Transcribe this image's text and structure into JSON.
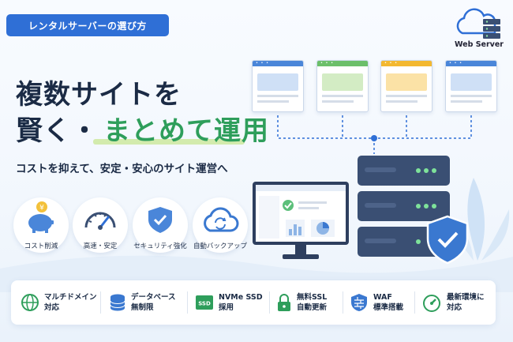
{
  "tag": "レンタルサーバーの選び方",
  "logo": {
    "label": "Web Server"
  },
  "headline": {
    "line1": "複数サイトを",
    "line2a": "賢く・",
    "line2b": "まとめて運用"
  },
  "subheadline": "コストを抑えて、安定・安心のサイト運営へ",
  "features": [
    {
      "label": "コスト削減",
      "icon": "piggy-bank-icon"
    },
    {
      "label": "高速・安定",
      "icon": "speedometer-icon"
    },
    {
      "label": "セキュリティ強化",
      "icon": "shield-check-icon"
    },
    {
      "label": "自動バックアップ",
      "icon": "cloud-sync-icon"
    }
  ],
  "site_cards": [
    {
      "icon": "website-card-icon",
      "accent": "#4a86d9"
    },
    {
      "icon": "website-card-icon",
      "accent": "#6cbf6a"
    },
    {
      "icon": "website-card-icon",
      "accent": "#f3b830"
    },
    {
      "icon": "website-card-icon",
      "accent": "#4a86d9"
    }
  ],
  "bottom_features": [
    {
      "line1": "マルチドメイン",
      "line2": "対応",
      "icon": "globe-icon"
    },
    {
      "line1": "データベース",
      "line2": "無制限",
      "icon": "database-icon"
    },
    {
      "line1": "NVMe SSD",
      "line2": "採用",
      "icon": "ssd-icon"
    },
    {
      "line1": "無料SSL",
      "line2": "自動更新",
      "icon": "lock-icon"
    },
    {
      "line1": "WAF",
      "line2": "標準搭載",
      "icon": "firewall-icon"
    },
    {
      "line1": "最新環境に",
      "line2": "対応",
      "icon": "gauge-icon"
    }
  ],
  "colors": {
    "primary": "#2f6fd6",
    "accent_green": "#2e9e5b",
    "navy": "#1b2b45",
    "server": "#3a4f73"
  }
}
